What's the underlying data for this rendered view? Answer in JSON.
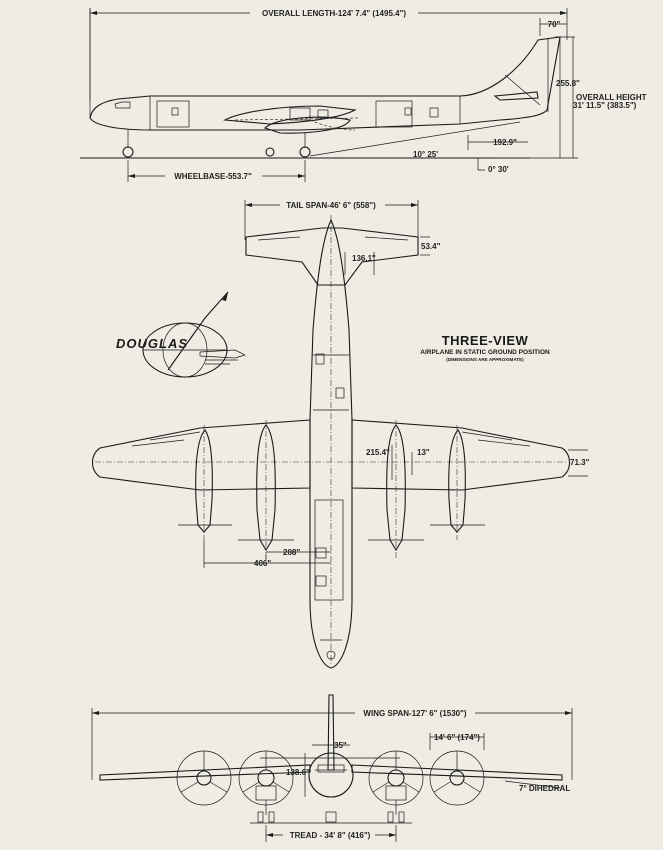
{
  "side_view": {
    "overall_length": "OVERALL LENGTH-124' 7.4\" (1495.4\")",
    "tail_offset": "70\"",
    "fin_height": "255.8\"",
    "overall_height_label": "OVERALL HEIGHT",
    "overall_height_value": "31' 11.5\" (383.5\")",
    "tail_clearance": "192.9\"",
    "tailstrike_angle": "10° 25'",
    "ground_angle": "0° 30'",
    "wheelbase": "WHEELBASE-553.7\""
  },
  "top_view": {
    "tail_span": "TAIL SPAN-46' 6\" (558\")",
    "stabilizer_chord": "53.4\"",
    "stabilizer_offset": "136.1\"",
    "wing_chord": "215.4\"",
    "wing_dim_13": "13\"",
    "tip_chord": "71.3\"",
    "inner_nacelle_spacing": "208\"",
    "outer_nacelle_spacing": "406\""
  },
  "front_view": {
    "wing_span": "WING SPAN-127' 6\" (1530\")",
    "fin_width": "35\"",
    "prop_diameter": "14' 6\" (174\")",
    "fuselage_height": "138.6\"",
    "dihedral": "7° DIHEDRAL",
    "tread": "TREAD - 34' 8\" (416\")"
  },
  "title_block": {
    "title": "THREE-VIEW",
    "subtitle": "AIRPLANE IN STATIC GROUND POSITION",
    "note": "(DIMENSIONS ARE APPROXIMATE)"
  },
  "logo": {
    "text": "DOUGLAS"
  }
}
